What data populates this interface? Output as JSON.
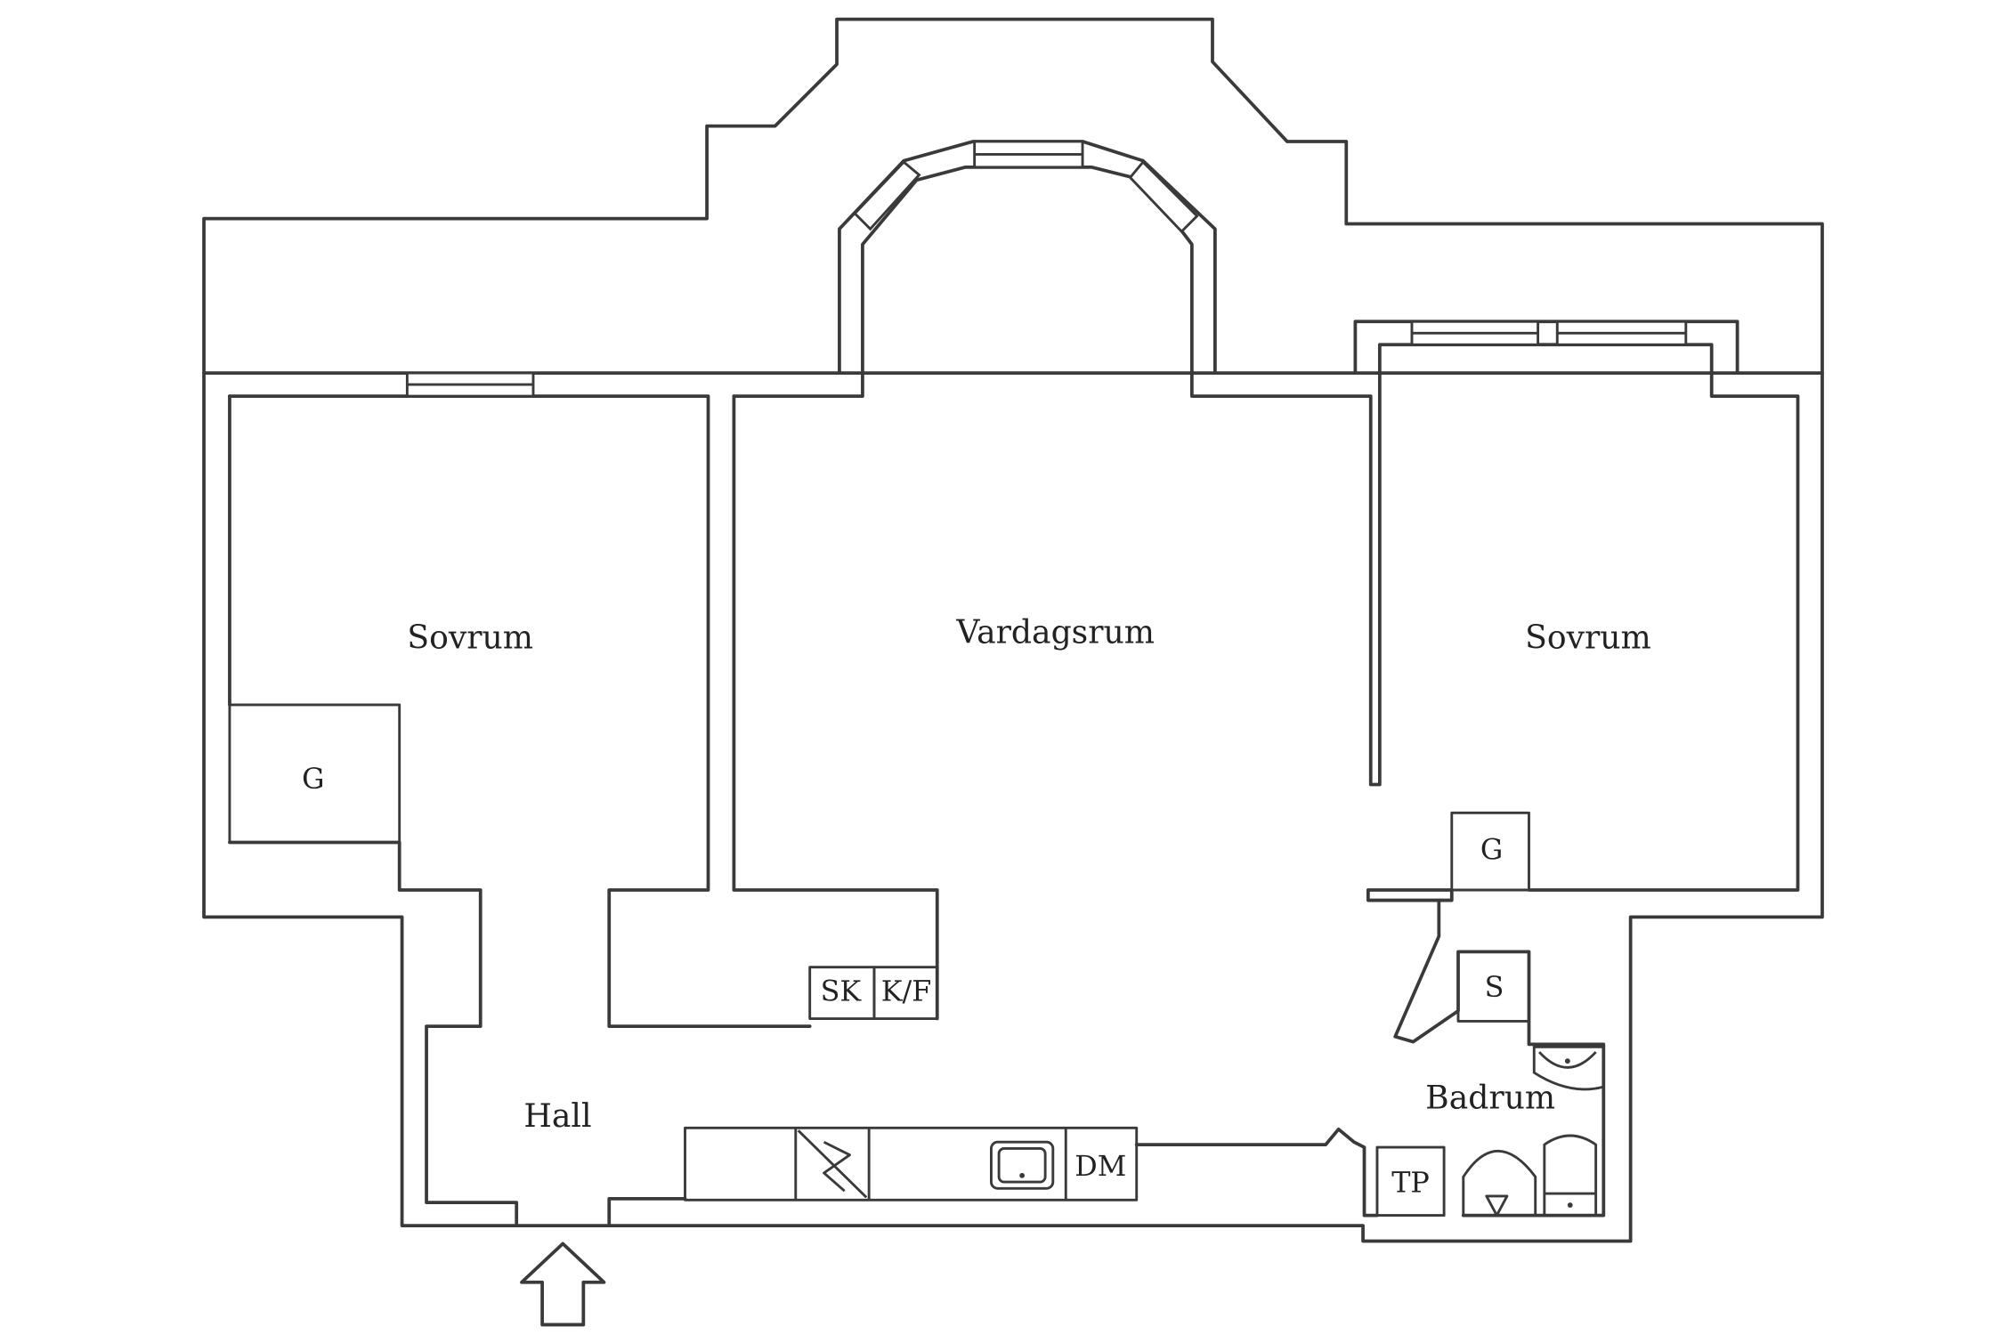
{
  "rooms": {
    "bedroom_left": "Sovrum",
    "living_room": "Vardagsrum",
    "bedroom_right": "Sovrum",
    "hall": "Hall",
    "bathroom": "Badrum"
  },
  "fixtures": {
    "closet_left": "G",
    "closet_right": "G",
    "cabinet_sk": "SK",
    "fridge_freezer": "K/F",
    "dishwasher": "DM",
    "shower": "S",
    "washer": "TP"
  },
  "colors": {
    "line": "#3a3a3a",
    "background": "#ffffff"
  },
  "icons": {
    "entrance": "entrance-arrow-icon",
    "stove": "stove-icon",
    "sink": "kitchen-sink-icon",
    "washbasin": "washbasin-icon",
    "toilet": "toilet-icon"
  }
}
